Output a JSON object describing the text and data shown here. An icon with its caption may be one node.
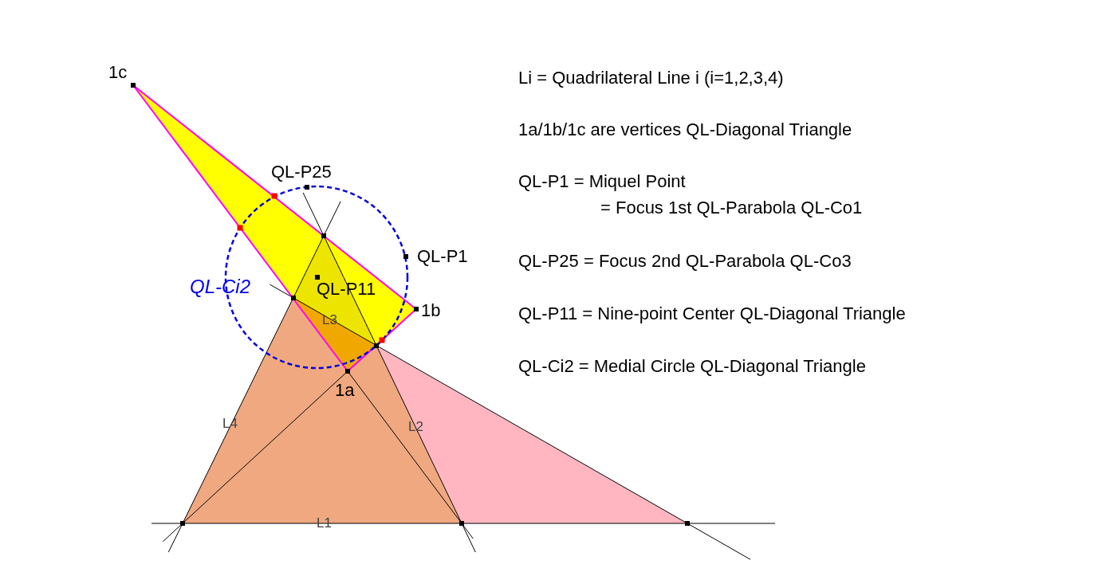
{
  "diagram": {
    "labels": [
      "1c",
      "QL-P25",
      "QL-P1",
      "QL-Ci2",
      "QL-P11",
      "1b",
      "L3",
      "1a",
      "L4",
      "L2",
      "L1",
      "Li = Quadrilateral Line i (i=1,2,3,4)",
      "1a/1b/1c are vertices QL-Diagonal Triangle",
      "QL-P1 = Miquel Point",
      "= Focus 1st QL-Parabola QL-Co1",
      "QL-P25 = Focus 2nd QL-Parabola QL-Co3",
      "QL-P11 = Nine-point Center QL-Diagonal Triangle",
      "QL-Ci2 = Medial Circle QL-Diagonal Triangle"
    ]
  }
}
